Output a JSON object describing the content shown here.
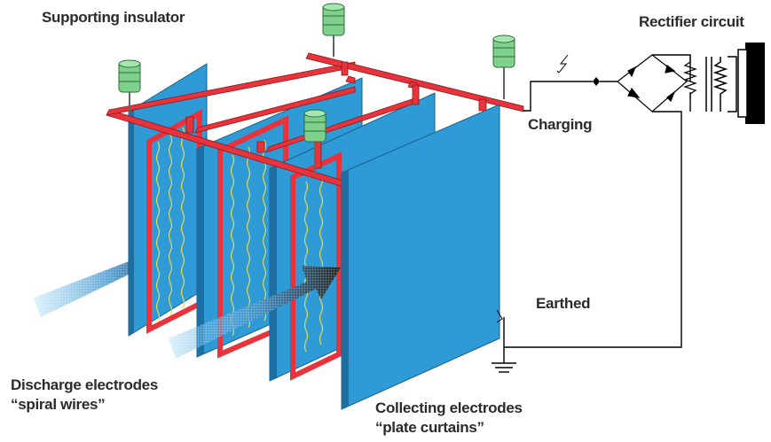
{
  "labels": {
    "supporting_insulator": "Supporting insulator",
    "rectifier_circuit": "Rectifier circuit",
    "charging": "Charging",
    "earthed": "Earthed",
    "discharge_line1": "Discharge electrodes",
    "discharge_line2": "“spiral wires”",
    "collecting_line1": "Collecting electrodes",
    "collecting_line2": "“plate curtains”"
  },
  "colors": {
    "plate": "#2f9bd6",
    "plate_edge": "#1a5e8a",
    "frame": "#e8333c",
    "frame_edge": "#8a1a1a",
    "wire": "#e8d84a",
    "insulator": "#7ed08a",
    "arrow": "#222222",
    "gas_stream": "#4aa3dc"
  },
  "icons": [
    "insulator-icon",
    "spark-icon",
    "diode-icon",
    "resistor-icon",
    "transformer-icon",
    "ground-icon",
    "flow-arrow-icon"
  ]
}
